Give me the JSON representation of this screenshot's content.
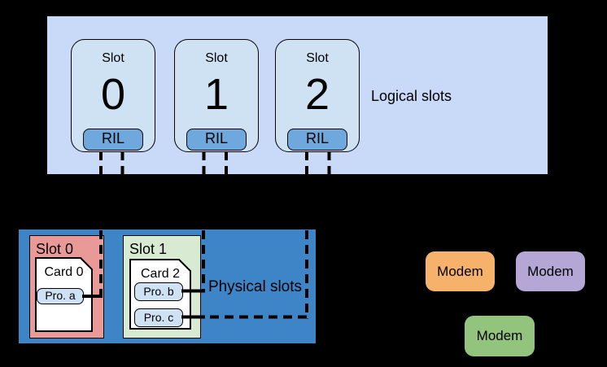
{
  "logical": {
    "label": "Logical slots",
    "slots": [
      {
        "title": "Slot",
        "number": "0",
        "ril": "RIL"
      },
      {
        "title": "Slot",
        "number": "1",
        "ril": "RIL"
      },
      {
        "title": "Slot",
        "number": "2",
        "ril": "RIL"
      }
    ]
  },
  "physical": {
    "label": "Physical slots",
    "slots": [
      {
        "name": "Slot 0",
        "card": {
          "name": "Card 0",
          "profiles": [
            "Pro. a"
          ]
        }
      },
      {
        "name": "Slot 1",
        "card": {
          "name": "Card 2",
          "profiles": [
            "Pro. b",
            "Pro. c"
          ]
        }
      }
    ]
  },
  "modems": [
    {
      "label": "Modem",
      "color": "#f6b26b"
    },
    {
      "label": "Modem",
      "color": "#b4a7d6"
    },
    {
      "label": "Modem",
      "color": "#93c47d"
    }
  ],
  "colors": {
    "background": "#000000",
    "logical_container": "#c9daf8",
    "logical_slot": "#cfe2f3",
    "ril_badge": "#6fa8dc",
    "physical_container": "#3d85c6",
    "physical_slot_0": "#ea9999",
    "physical_slot_1": "#d9ead3",
    "card": "#ffffff",
    "profile_box": "#cfe2f3",
    "connector": "#000000"
  }
}
